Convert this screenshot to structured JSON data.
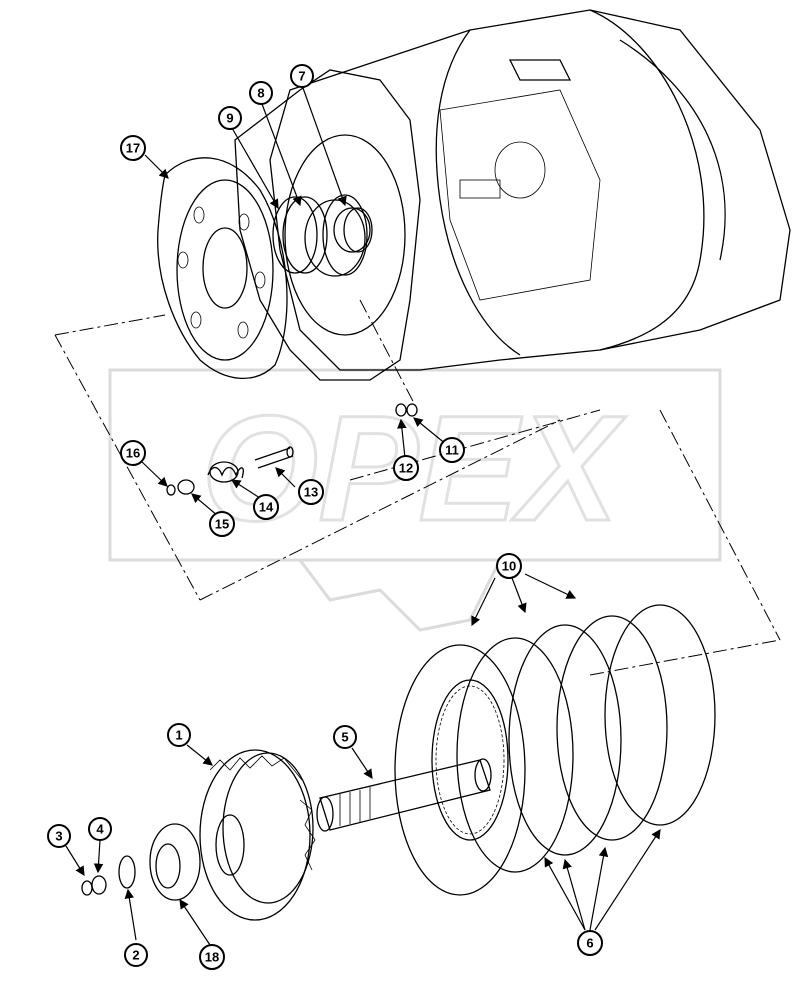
{
  "diagram": {
    "watermark_text": "OPEX",
    "callouts": [
      "1",
      "2",
      "3",
      "4",
      "5",
      "6",
      "7",
      "8",
      "9",
      "10",
      "11",
      "12",
      "13",
      "14",
      "15",
      "16",
      "17",
      "18"
    ]
  }
}
